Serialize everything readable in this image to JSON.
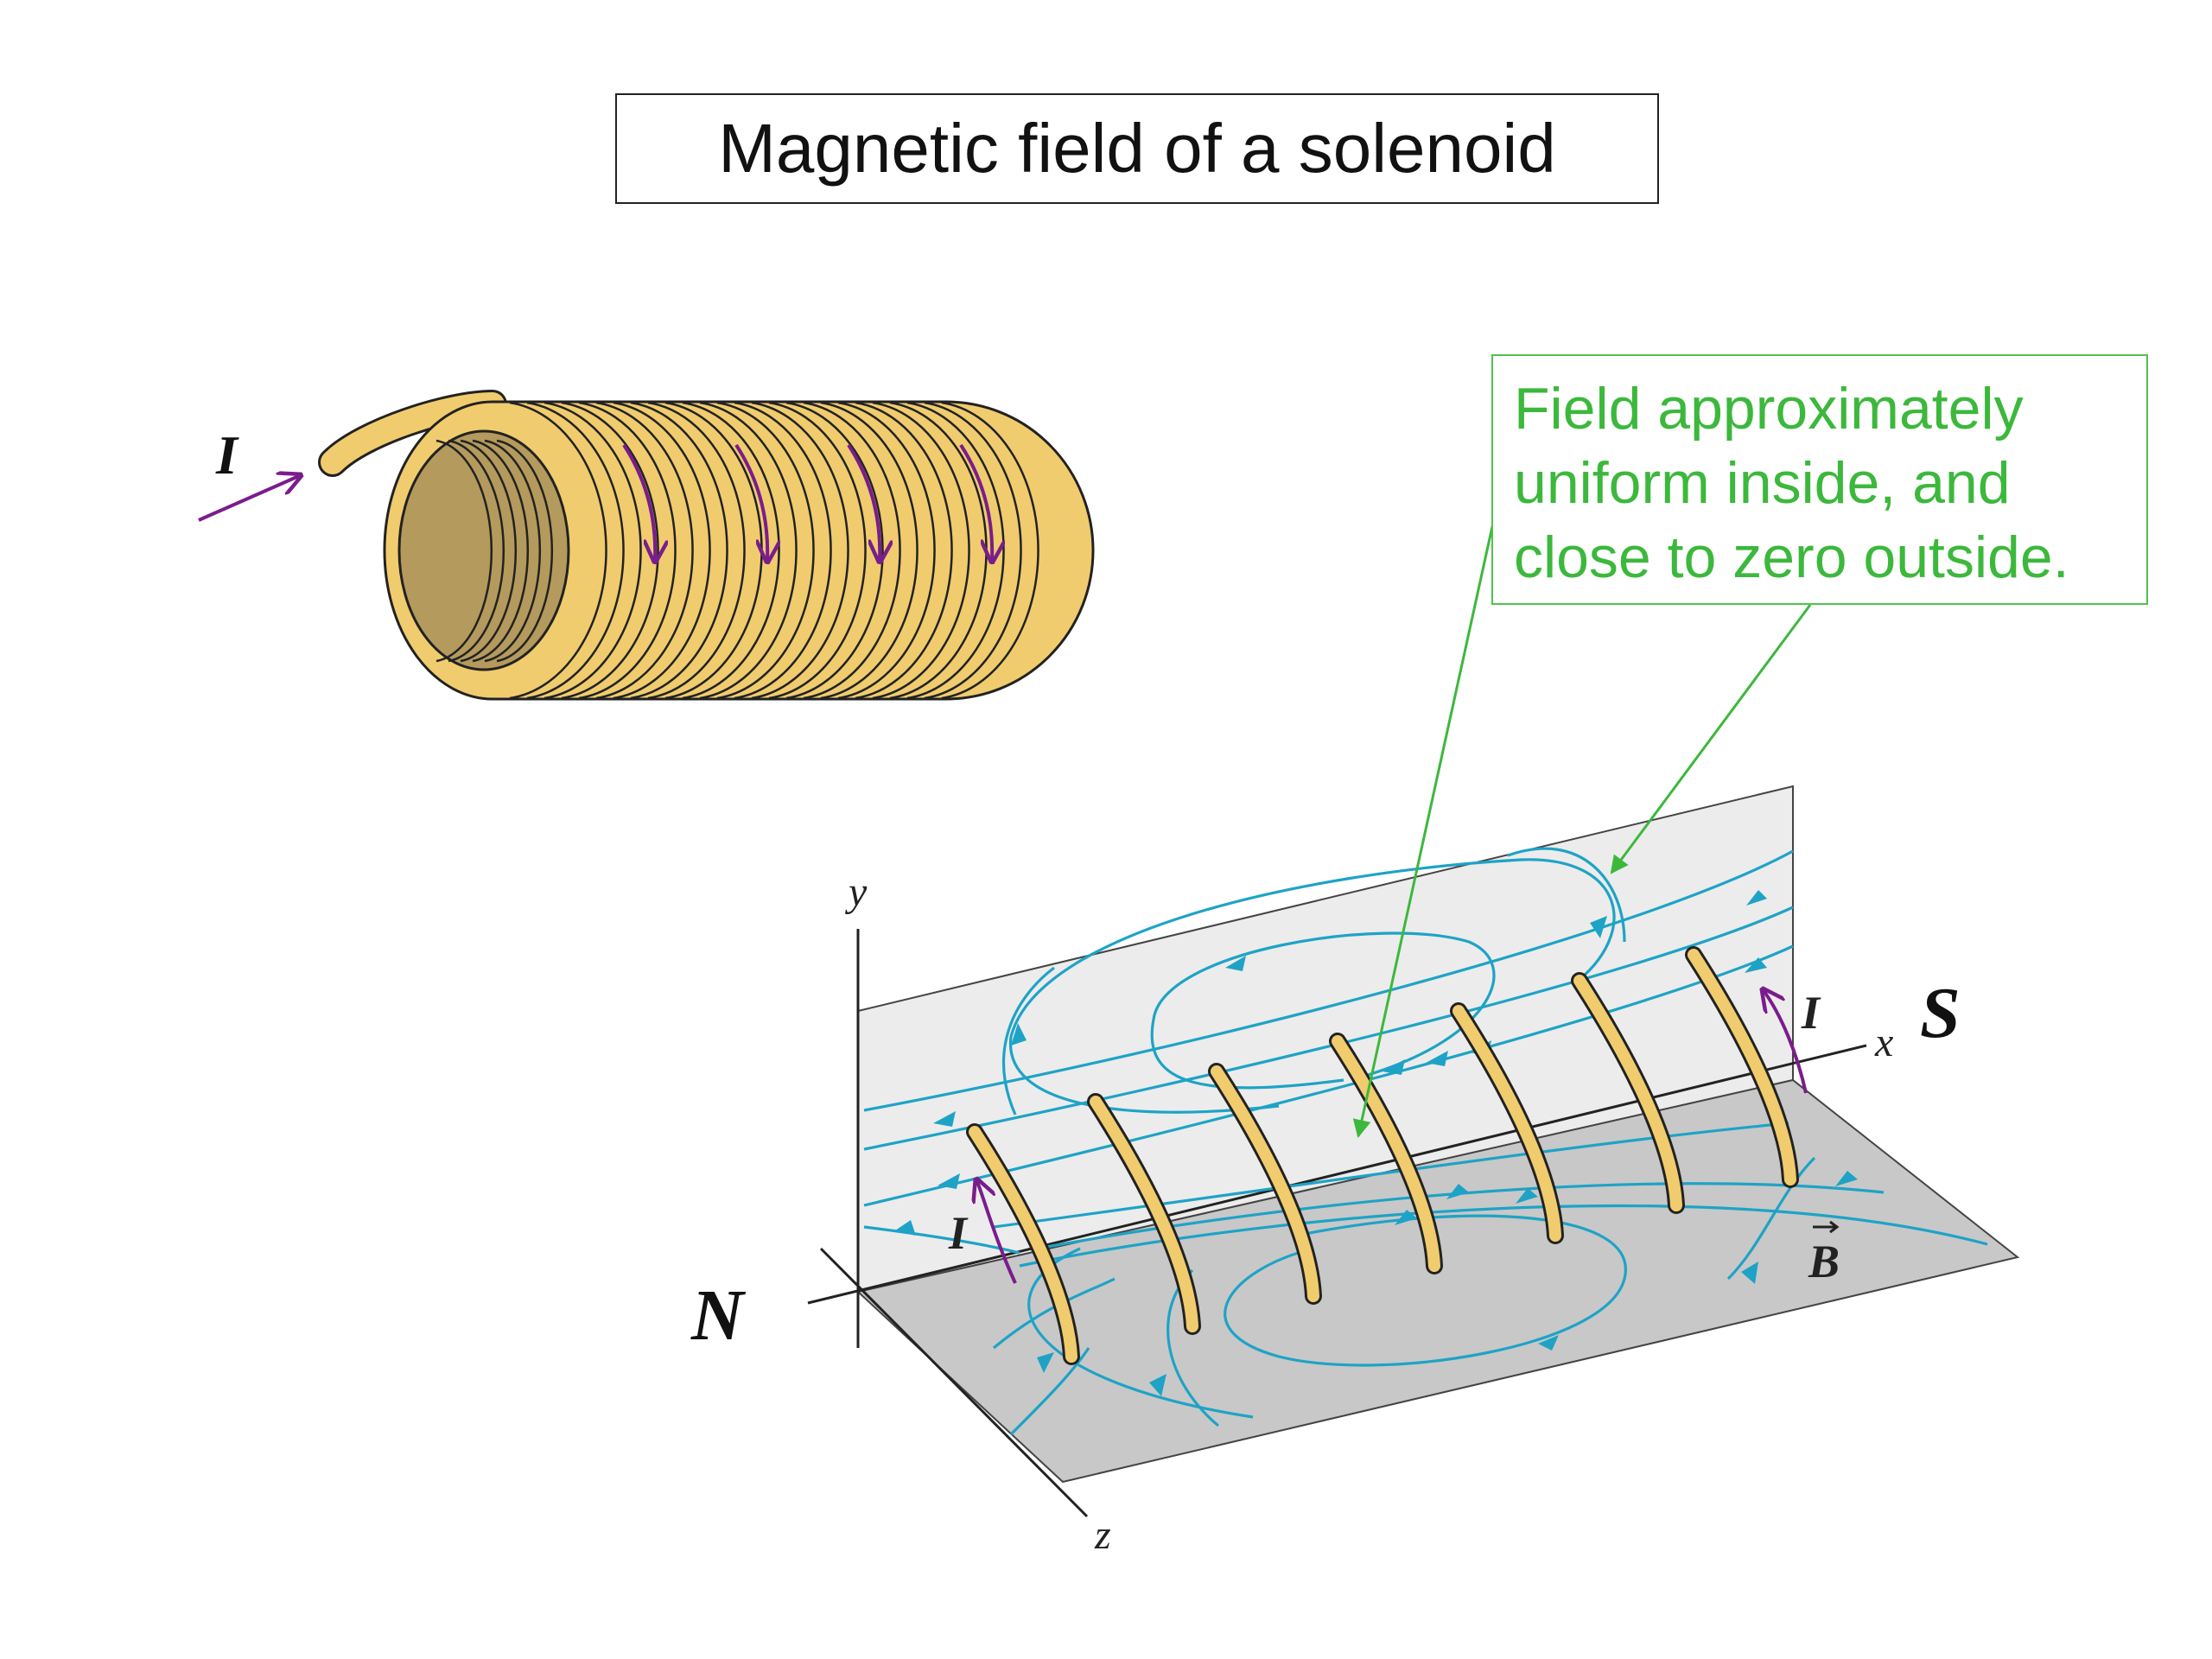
{
  "title": "Magnetic field of a solenoid",
  "note": {
    "lines": [
      "Field approximately",
      "uniform inside, and",
      "close to zero outside."
    ]
  },
  "labels": {
    "current": "I",
    "north": "N",
    "south": "S",
    "axis_x": "x",
    "axis_y": "y",
    "axis_z": "z",
    "field": "B"
  },
  "colors": {
    "coil_fill": "#f0cc6e",
    "coil_inner": "#b49a5c",
    "field_line": "#1ea3c6",
    "current_arrow": "#7a1d8c",
    "annotation": "#3cb83c",
    "back_plane": "#ececec",
    "floor_plane": "#c8c8c8"
  }
}
